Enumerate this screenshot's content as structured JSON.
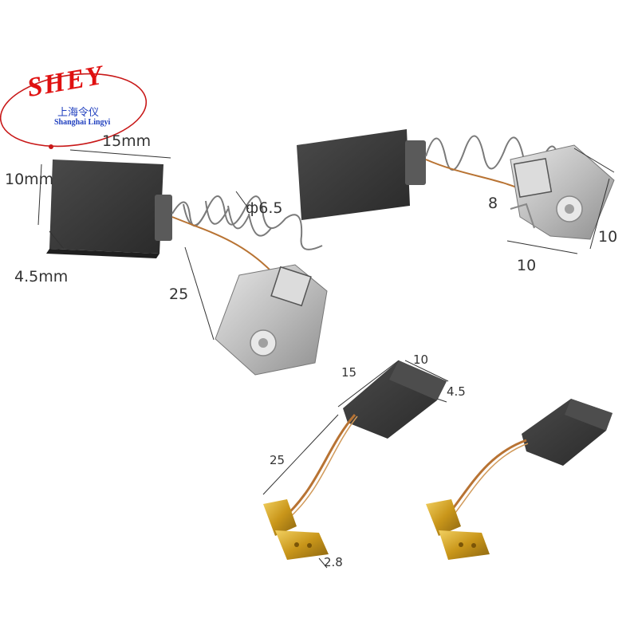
{
  "logo": {
    "brand": "SHEY",
    "chinese_name": "上海令仪",
    "english_name": "Shanghai Lingyi"
  },
  "dimensions": {
    "spring_brush": {
      "length": "15mm",
      "height": "10mm",
      "thickness": "4.5mm",
      "spring_diameter": "ф6.5",
      "spring_length": "25"
    },
    "clip": {
      "width": "10",
      "height": "10",
      "slot": "8"
    },
    "wire_brush": {
      "length": "15",
      "width": "10",
      "thickness": "4.5",
      "wire_length": "25",
      "terminal": "2.8"
    }
  },
  "colors": {
    "carbon": "#3a3a3a",
    "steel": "#c8c8c8",
    "copper": "#b87333",
    "brass": "#d4a017",
    "logo_red": "#e01010",
    "logo_blue": "#1f3fbf"
  }
}
